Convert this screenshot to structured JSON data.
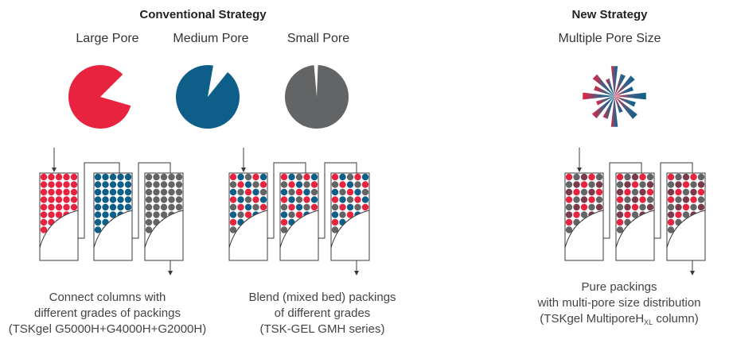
{
  "colors": {
    "large": "#e8233f",
    "medium": "#0d5f8a",
    "small": "#636466",
    "outline": "#3a3a3a"
  },
  "conventional": {
    "title": "Conventional Strategy",
    "pores": [
      {
        "label": "Large Pore",
        "color": "#e8233f",
        "cutout_fraction": 0.17
      },
      {
        "label": "Medium Pore",
        "color": "#0d5f8a",
        "cutout_fraction": 0.08
      },
      {
        "label": "Small Pore",
        "color": "#636466",
        "cutout_fraction": 0.02
      }
    ],
    "caption_left": [
      "Connect columns with",
      "different grades of packings",
      "(TSKgel G5000H+G4000H+G2000H)"
    ],
    "caption_right": [
      "Blend (mixed bed) packings",
      "of different grades",
      "(TSK-GEL GMH series)"
    ]
  },
  "new": {
    "title": "New Strategy",
    "subtitle": "Multiple Pore Size",
    "caption": [
      "Pure packings",
      "with multi-pore size distribution"
    ],
    "caption_last": {
      "prefix": "(TSKgel MultiporeH",
      "subscript": "XL",
      "suffix": " column)"
    }
  }
}
